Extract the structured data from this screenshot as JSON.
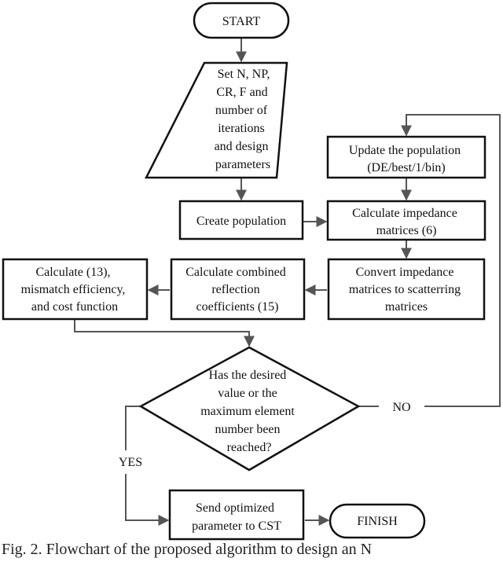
{
  "flowchart": {
    "start": "START",
    "setup": [
      "Set N, NP,",
      "CR, F and",
      "number of",
      "iterations",
      "and design",
      "parameters"
    ],
    "create_population": "Create population",
    "update_population": [
      "Update the population",
      "(DE/best/1/bin)"
    ],
    "calc_impedance": [
      "Calculate impedance",
      "matrices (6)"
    ],
    "convert_impedance": [
      "Convert impedance",
      "matrices to scatterring",
      "matrices"
    ],
    "calc_reflection": [
      "Calculate combined",
      "reflection",
      "coefficients (15)"
    ],
    "calc_cost": [
      "Calculate (13),",
      "mismatch efficiency,",
      "and cost function"
    ],
    "decision": [
      "Has the desired",
      "value or the",
      "maximum element",
      "number been",
      "reached?"
    ],
    "no_label": "NO",
    "yes_label": "YES",
    "send_params": [
      "Send optimized",
      "parameter to CST"
    ],
    "finish": "FINISH"
  },
  "caption": "Fig. 2.  Flowchart of the proposed algorithm to design an N"
}
